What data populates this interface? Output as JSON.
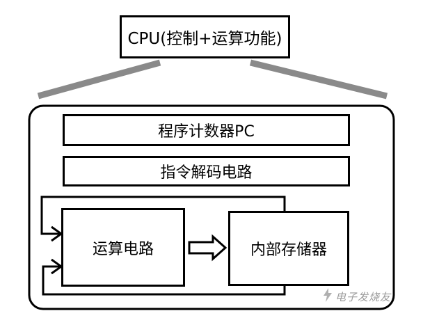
{
  "cpu": {
    "label": "CPU(控制+运算功能)"
  },
  "blocks": {
    "pc": "程序计数器PC",
    "decoder": "指令解码电路",
    "alu": "运算电路",
    "memory": "内部存储器"
  },
  "watermark": {
    "text": "电子发烧友"
  },
  "colors": {
    "line": "#000000",
    "connector": "#8a8a8a",
    "watermark": "#9a9a9a"
  }
}
